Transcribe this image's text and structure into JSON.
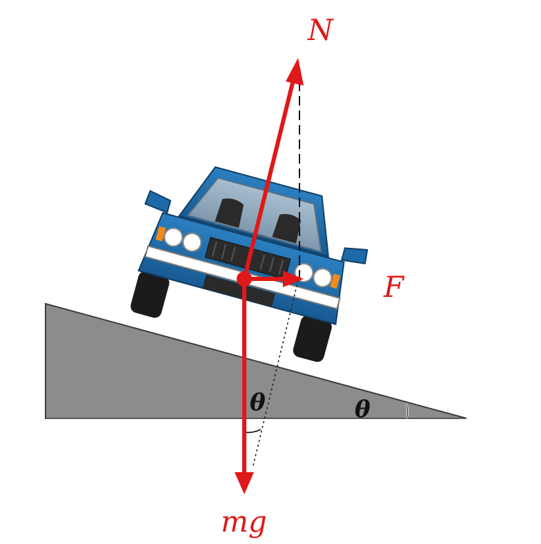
{
  "labels": {
    "normal_force": "N",
    "friction_force": "F",
    "gravity_force": "mg",
    "angle_at_force": "θ",
    "angle_of_incline": "θ"
  },
  "colors": {
    "force_arrow": "#e01818",
    "incline": "#8c8c8c",
    "car_body": "#1c6aa8",
    "angle_label": "#111111"
  }
}
